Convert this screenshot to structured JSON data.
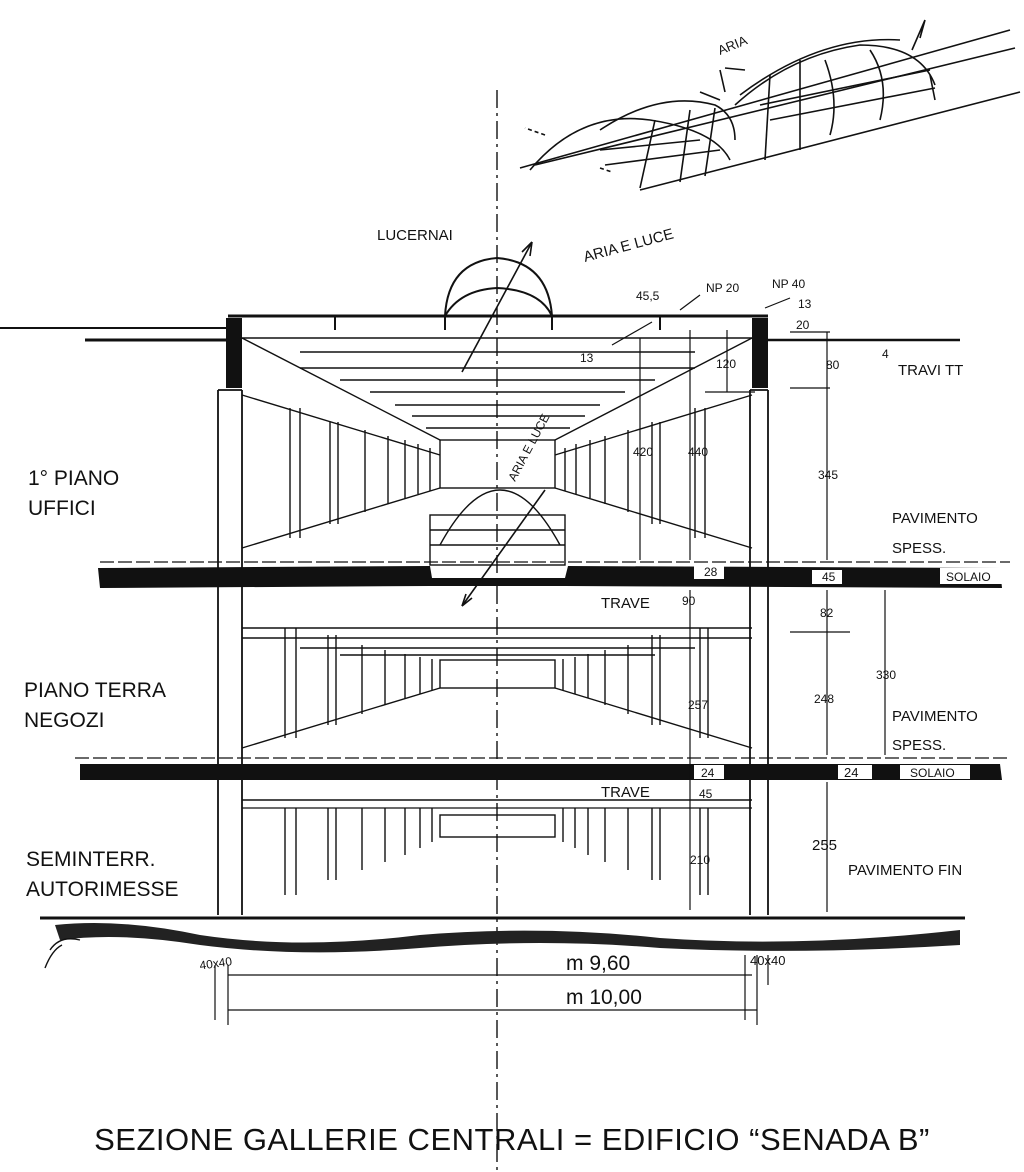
{
  "title": "SEZIONE GALLERIE CENTRALI = EDIFICIO “SENADA B”",
  "skylight_sketch": {
    "label": "ARIA"
  },
  "roof": {
    "lucernai": "LUCERNAI",
    "aria_luce": "ARIA E LUCE",
    "aria_luce_vertical": "ARIA E LUCE",
    "np20": "NP 20",
    "np40": "NP 40",
    "d45_5": "45,5",
    "d13a": "13",
    "d20": "20",
    "d13b": "13",
    "d120": "120",
    "d80": "80",
    "d4": "4",
    "travi_tt": "TRAVI TT"
  },
  "floors": {
    "first": {
      "line1": "1° PIANO",
      "line2": "UFFICI"
    },
    "ground": {
      "line1": "PIANO TERRA",
      "line2": "NEGOZI"
    },
    "basement": {
      "line1": "SEMINTERR.",
      "line2": "AUTORIMESSE"
    }
  },
  "dimensions": {
    "d420": "420",
    "d440": "440",
    "d345": "345",
    "pavimento1_l1": "PAVIMENTO",
    "pavimento1_l2": "SPESS.",
    "d28": "28",
    "d45a": "45",
    "solaio1": "SOLAIO",
    "trave1": "TRAVE",
    "d90": "90",
    "d82": "82",
    "d330": "330",
    "d257": "257",
    "d248": "248",
    "pavimento2_l1": "PAVIMENTO",
    "pavimento2_l2": "SPESS.",
    "d24a": "24",
    "d24b": "24",
    "solaio2": "SOLAIO",
    "trave2": "TRAVE",
    "d45b": "45",
    "d255": "255",
    "d210": "210",
    "pavimento_fin": "PAVIMENTO FIN",
    "col_left": "40x40",
    "col_right": "40x40",
    "span_inner": "m  9,60",
    "span_outer": "m 10,00"
  }
}
